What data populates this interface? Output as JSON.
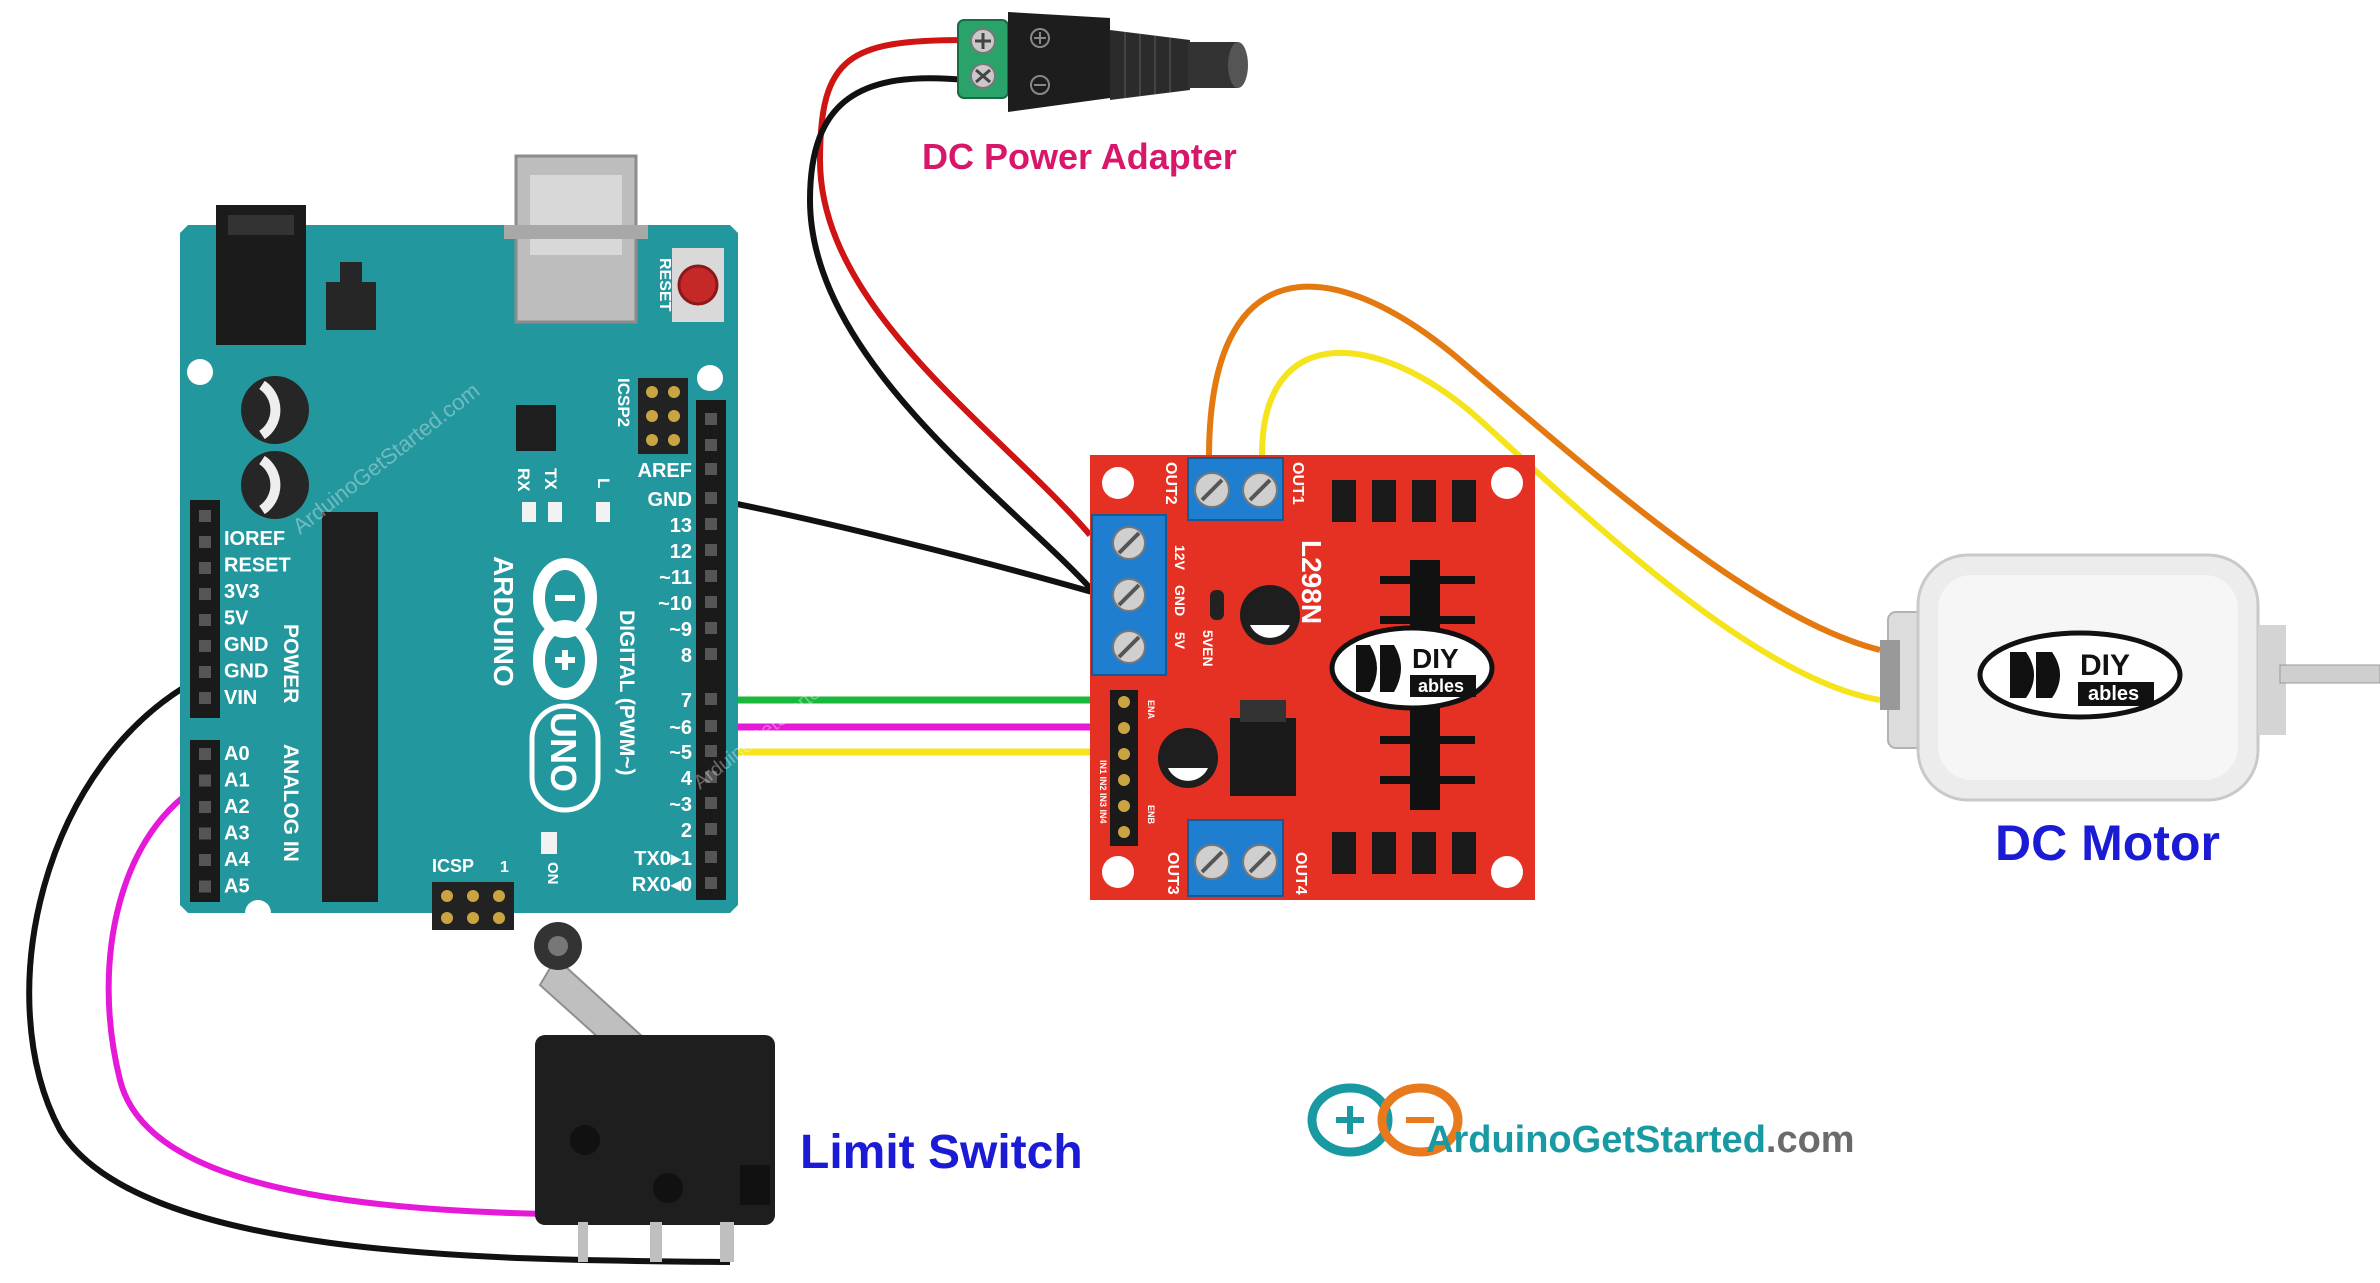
{
  "labels": {
    "dc_power_adapter": "DC Power Adapter",
    "dc_motor": "DC Motor",
    "limit_switch": "Limit Switch"
  },
  "brand": {
    "site_name": "ArduinoGetStarted",
    "site_tld": ".com",
    "watermark_1": "ArduinoGetStarted.com",
    "watermark_2": "ArduinoGetStarted.com",
    "module_logo_top": "DIY",
    "module_logo_bottom": "ables"
  },
  "arduino": {
    "reset": "RESET",
    "icsp2": "ICSP2",
    "icsp": "ICSP",
    "icsp_one": "1",
    "arduino": "ARDUINO",
    "uno": "UNO",
    "on": "ON",
    "tx": "TX",
    "rx": "RX",
    "l": "L",
    "power": "POWER",
    "analog_in": "ANALOG IN",
    "digital": "DIGITAL (PWM~)",
    "left_pins": [
      "IOREF",
      "RESET",
      "3V3",
      "5V",
      "GND",
      "GND",
      "VIN"
    ],
    "analog_pins": [
      "A0",
      "A1",
      "A2",
      "A3",
      "A4",
      "A5"
    ],
    "right_pins": [
      "AREF",
      "GND",
      "13",
      "12",
      "~11",
      "~10",
      "~9",
      "8",
      "7",
      "~6",
      "~5",
      "4",
      "~3",
      "2",
      "TX0▸1",
      "RX0◂0"
    ]
  },
  "driver": {
    "chip": "L298N",
    "out1": "OUT1",
    "out2": "OUT2",
    "out3": "OUT3",
    "out4": "OUT4",
    "v12": "12V",
    "gnd": "GND",
    "v5": "5V",
    "v5en": "5VEN",
    "ena": "ENA",
    "in_pins": "IN1 IN2 IN3 IN4",
    "enb": "ENB",
    "v5_small": "5V"
  },
  "colors": {
    "arduino_board": "#23979e",
    "driver_board": "#e53124",
    "wire_red": "#d01313",
    "wire_black": "#111111",
    "wire_green": "#19b83a",
    "wire_magenta": "#e619d8",
    "wire_yellow": "#f5e31c",
    "wire_orange": "#e3790f",
    "label_pink": "#d8166a",
    "label_blue": "#1b1bd6",
    "brand_teal": "#199aa3",
    "brand_orange": "#e87a1d"
  }
}
